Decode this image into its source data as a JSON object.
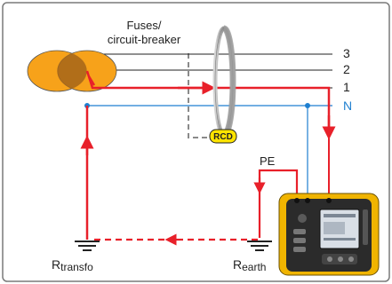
{
  "diagram": {
    "title_line1": "Fuses/",
    "title_line2": "circuit-breaker",
    "lines": {
      "l3": "3",
      "l2": "2",
      "l1": "1",
      "neutral": "N"
    },
    "rcd_label": "RCD",
    "pe_label": "PE",
    "r_transfo": {
      "main": "R",
      "sub": "transfo"
    },
    "r_earth": {
      "main": "R",
      "sub": "earth"
    }
  },
  "colors": {
    "frame": "#7a7a7a",
    "phase": "#e8202a",
    "neutral": "#1e7fd0",
    "dark_line": "#222222",
    "transformer_fill": "#f7a21a",
    "transformer_overlap": "#a8681a",
    "rcd_fill": "#ffe400",
    "tester_body": "#f0b400",
    "tester_dark": "#2b2b2b",
    "dashed_grey": "#8a8a8a"
  }
}
